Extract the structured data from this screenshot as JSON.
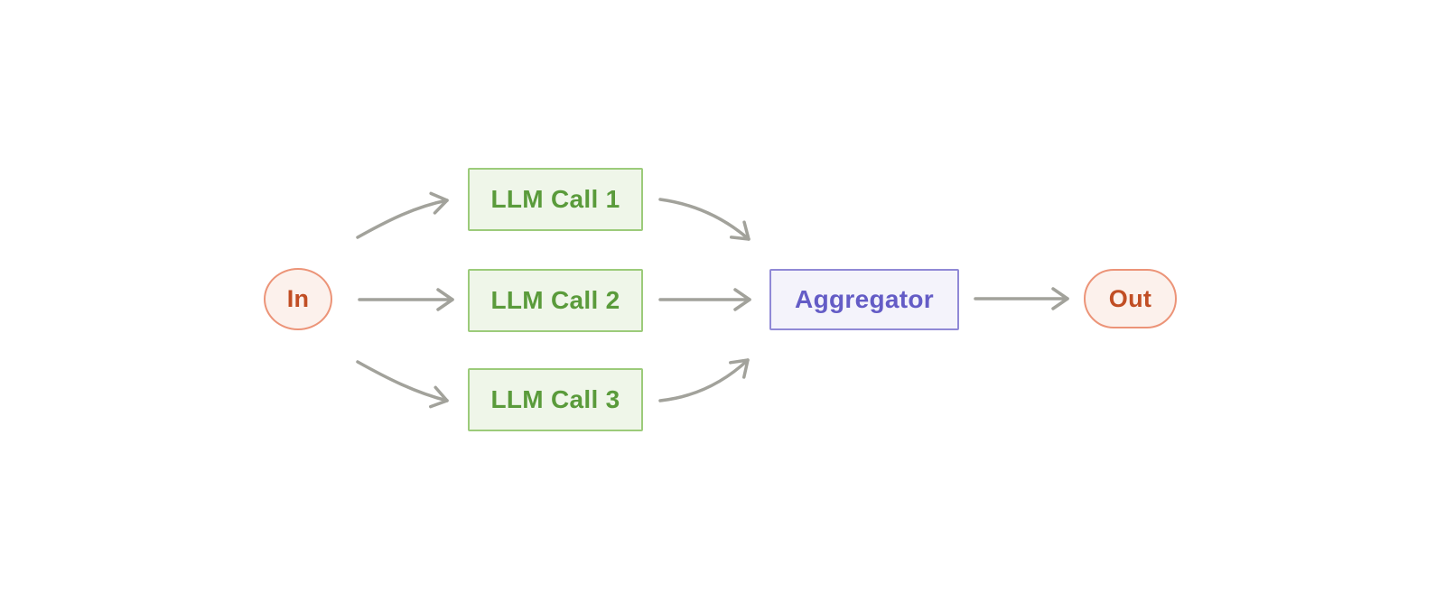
{
  "diagram": {
    "nodes": {
      "input": {
        "label": "In"
      },
      "llm_calls": [
        {
          "label": "LLM Call 1"
        },
        {
          "label": "LLM Call 2"
        },
        {
          "label": "LLM Call 3"
        }
      ],
      "aggregator": {
        "label": "Aggregator"
      },
      "output": {
        "label": "Out"
      }
    },
    "edges": [
      {
        "from": "In",
        "to": "LLM Call 1"
      },
      {
        "from": "In",
        "to": "LLM Call 2"
      },
      {
        "from": "In",
        "to": "LLM Call 3"
      },
      {
        "from": "LLM Call 1",
        "to": "Aggregator"
      },
      {
        "from": "LLM Call 2",
        "to": "Aggregator"
      },
      {
        "from": "LLM Call 3",
        "to": "Aggregator"
      },
      {
        "from": "Aggregator",
        "to": "Out"
      }
    ],
    "colors": {
      "background": "#FFFFFF",
      "arrow": "#A2A29B",
      "llm_fill": "#EFF6E9",
      "llm_border": "#9CCB7A",
      "llm_text": "#5A9B3B",
      "aggregator_fill": "#F4F3FB",
      "aggregator_border": "#9089D6",
      "aggregator_text": "#645CC6",
      "io_fill": "#FCF1EC",
      "io_border": "#EC9478",
      "io_text": "#C14E24"
    }
  }
}
